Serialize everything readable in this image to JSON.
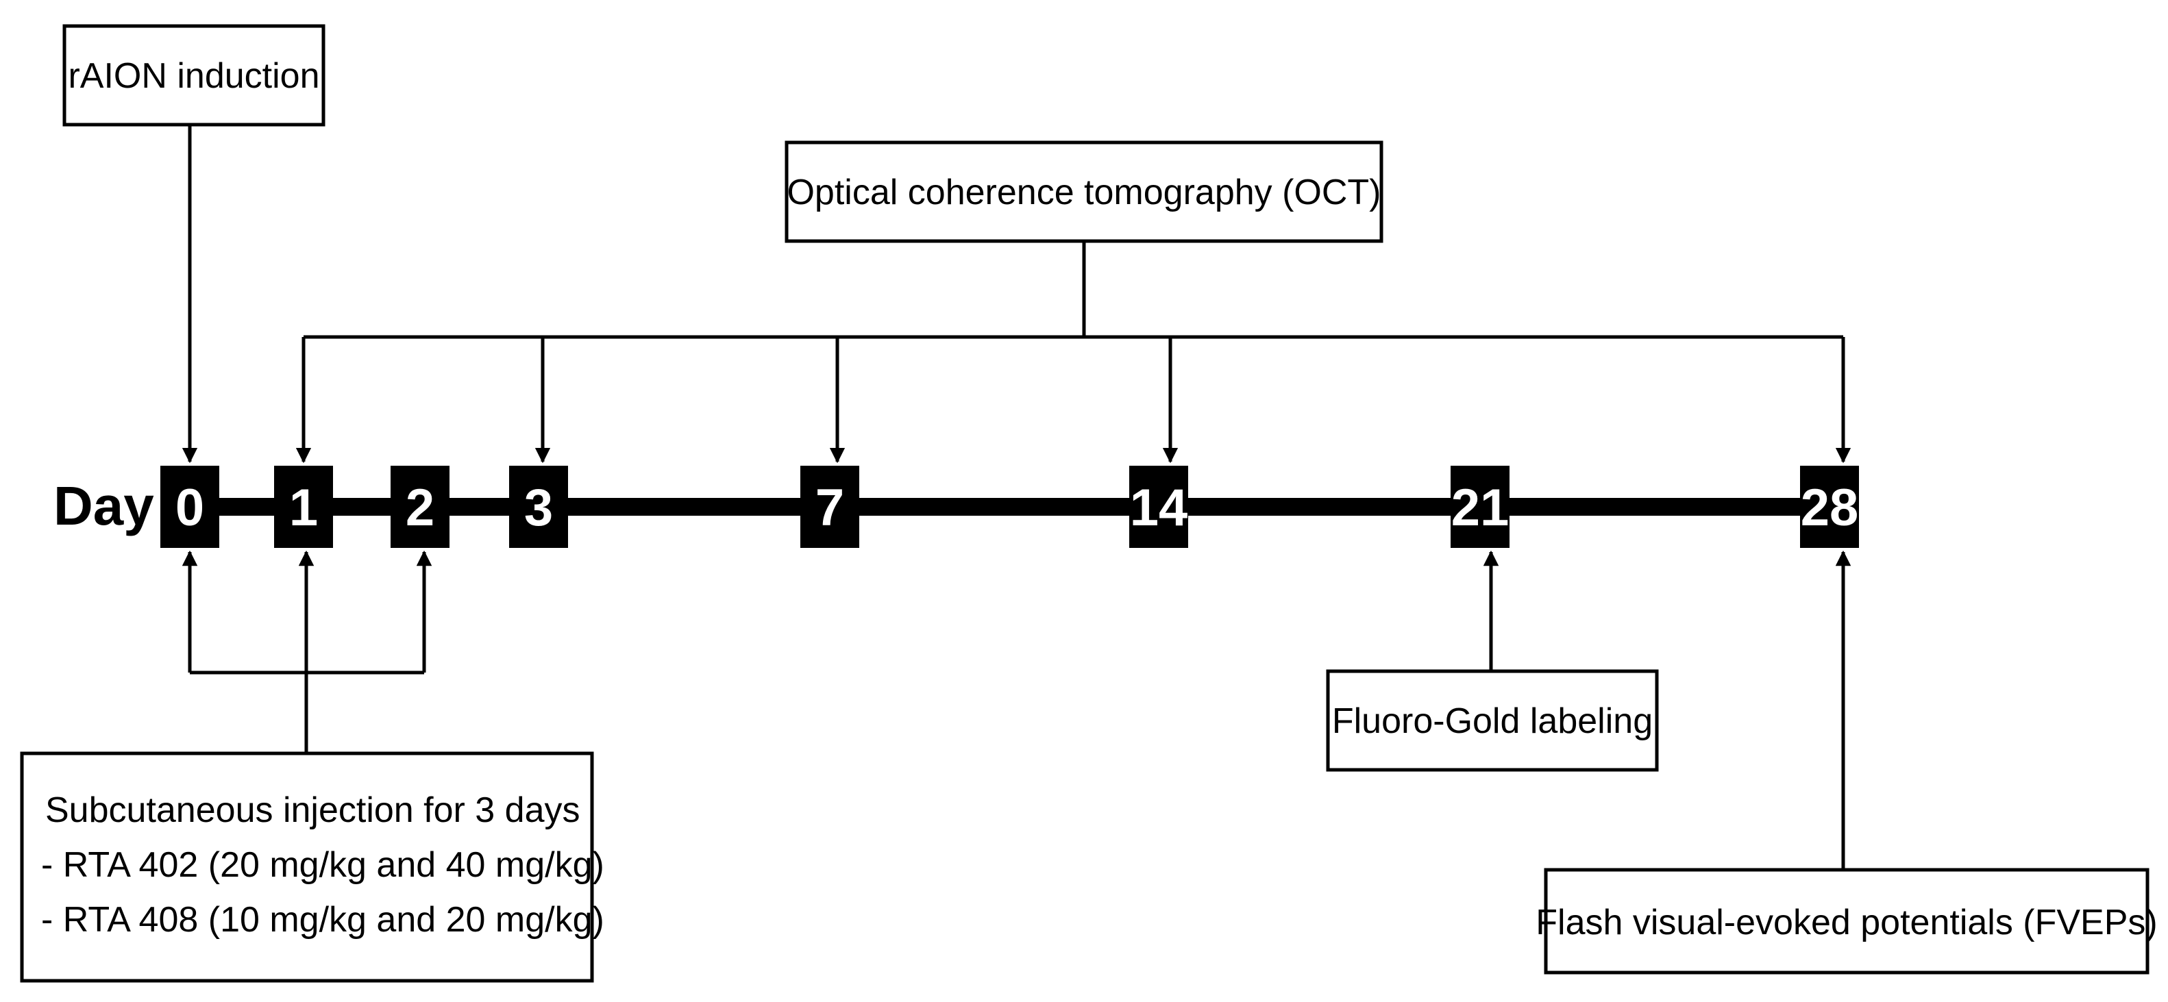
{
  "axis_label": "Day",
  "days": [
    "0",
    "1",
    "2",
    "3",
    "7",
    "14",
    "21",
    "28"
  ],
  "boxes": {
    "raion": "rAION induction",
    "oct": "Optical coherence tomography (OCT)",
    "injection": {
      "lines": [
        "Subcutaneous injection for 3 days",
        "- RTA 402 (20 mg/kg and 40 mg/kg)",
        "- RTA 408 (10 mg/kg and 20 mg/kg)"
      ]
    },
    "fluorogold": "Fluoro-Gold labeling",
    "fveps": "Flash visual-evoked potentials (FVEPs)"
  },
  "colors": {
    "ink": "#000000",
    "paper": "#ffffff"
  }
}
